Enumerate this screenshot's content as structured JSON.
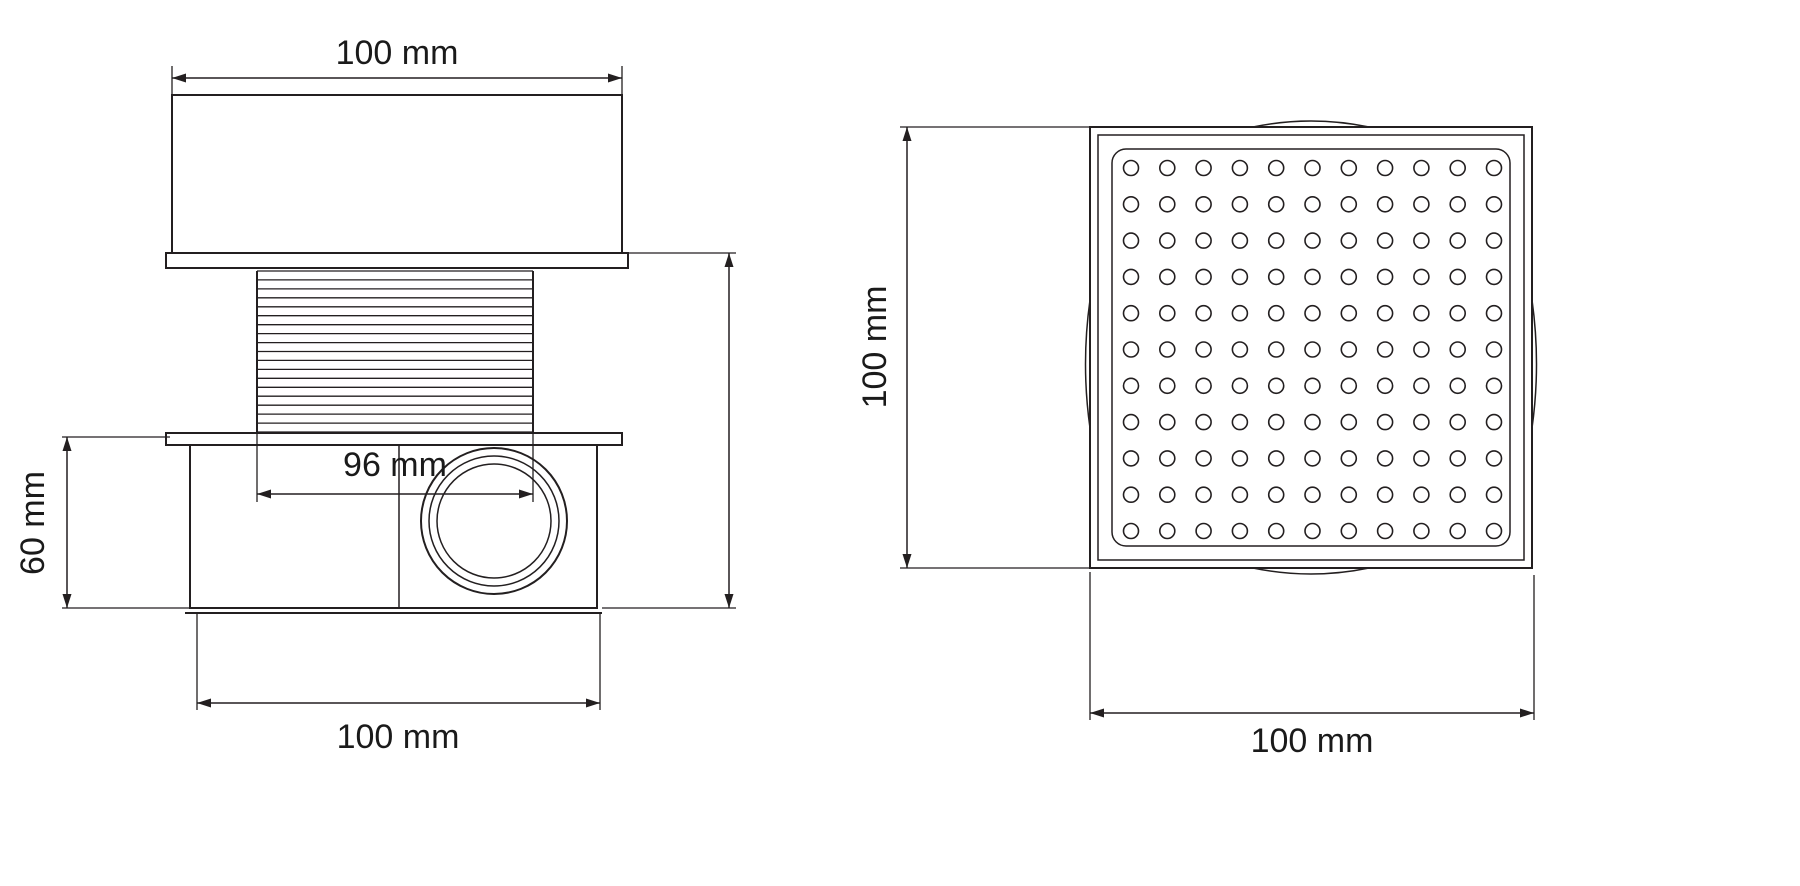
{
  "drawing": {
    "type": "technical-dimension-drawing",
    "subject": "square floor drain with adjustable grate",
    "colors": {
      "line": "#231f20",
      "text": "#1a1a1a",
      "background": "#ffffff"
    }
  },
  "side_view": {
    "name": "side elevation view",
    "thread_ridges": 19,
    "dimensions": {
      "top_width": "100 mm",
      "adjuster_width": "96 mm",
      "body_height": "60 mm",
      "base_width": "100 mm"
    }
  },
  "top_view": {
    "name": "grate top view",
    "holes": {
      "rows": 11,
      "cols": 11
    },
    "dimensions": {
      "height": "100 mm",
      "width": "100 mm"
    }
  }
}
